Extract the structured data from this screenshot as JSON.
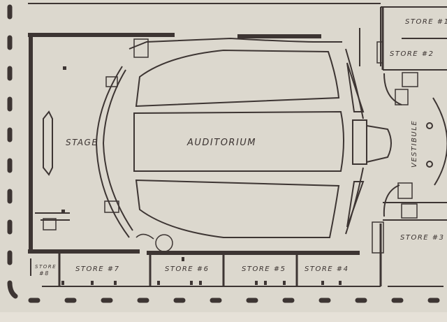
{
  "plan": {
    "rooms": {
      "stage": "STAGE",
      "auditorium": "AUDITORIUM",
      "vestibule": "VESTIBULE",
      "store1": "STORE #1",
      "store2": "STORE #2",
      "store3": "STORE #3",
      "store4": "STORE #4",
      "store5": "STORE #5",
      "store6": "STORE #6",
      "store7": "STORE #7",
      "store8_line1": "STORE",
      "store8_line2": "#8"
    },
    "colors": {
      "paper": "#dcd8ce",
      "ink": "#3d3533"
    }
  }
}
